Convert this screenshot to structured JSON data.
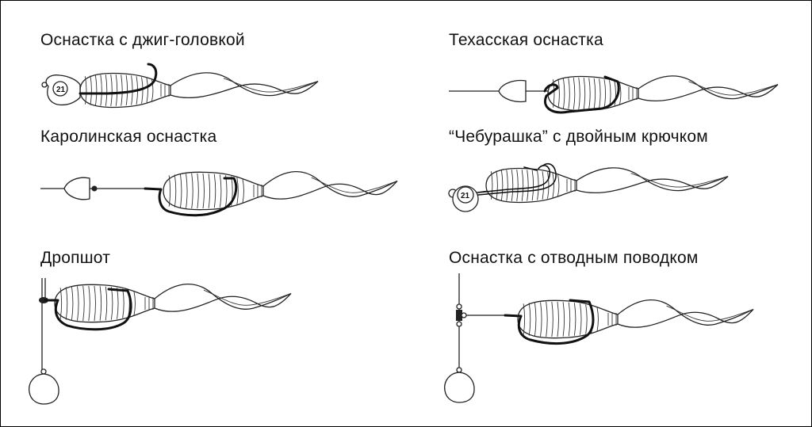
{
  "colors": {
    "line": "#222222",
    "hook": "#111111",
    "background": "#ffffff"
  },
  "icons": [
    "jig-head-icon",
    "bullet-weight-icon",
    "bead-icon",
    "swivel-icon",
    "drop-weight-icon",
    "double-hook-icon",
    "twister-lure-icon"
  ],
  "rigs": [
    {
      "id": "jig",
      "label": "Оснастка с джиг-головкой",
      "jig_text": "21"
    },
    {
      "id": "texas",
      "label": "Техасская оснастка"
    },
    {
      "id": "carolina",
      "label": "Каролинская оснастка"
    },
    {
      "id": "cheburashka",
      "label": "“Чебурашка” с двойным крючком",
      "jig_text": "21"
    },
    {
      "id": "dropshot",
      "label": "Дропшот"
    },
    {
      "id": "leader",
      "label": "Оснастка с отводным поводком"
    }
  ]
}
